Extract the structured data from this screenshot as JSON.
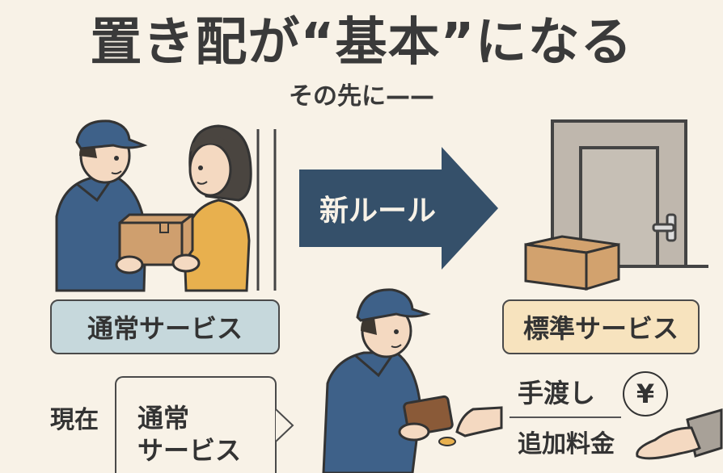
{
  "header": {
    "title": "置き配が“基本”になる",
    "subtitle": "その先に——"
  },
  "left_panel": {
    "scene": "delivery-person-handing-box-to-customer",
    "label": "通常サービス"
  },
  "arrow": {
    "label": "新ルール",
    "color": "#35506a"
  },
  "right_panel": {
    "scene": "box-left-at-door",
    "label": "標準サービス"
  },
  "bottom_left": {
    "current_label": "現在",
    "bubble_line1": "通常",
    "bubble_line2": "サービス"
  },
  "bottom_right": {
    "handover_label": "手渡し",
    "extra_fee_label": "追加料金",
    "currency_symbol": "¥"
  },
  "colors": {
    "background": "#f8f2e7",
    "uniform_blue": "#3e6189",
    "box_brown": "#cf9f6e",
    "normal_pill": "#c6d8dc",
    "standard_pill": "#f7e3be",
    "door_gray": "#bfb7ad",
    "sweater_yellow": "#e8b04e",
    "text_dark": "#3a3a3a"
  }
}
